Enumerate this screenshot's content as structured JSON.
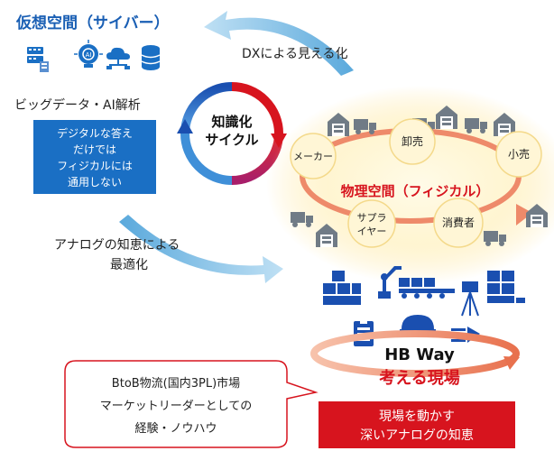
{
  "cyber": {
    "title": "仮想空間（サイバー）",
    "subtitle": "ビッグデータ・AI解析",
    "icon_names": [
      "server-icon",
      "ai-brain-icon",
      "cloud-network-icon",
      "database-icon"
    ],
    "note_lines": [
      "デジタルな答え",
      "だけでは",
      "フィジカルには",
      "通用しない"
    ]
  },
  "dx_label": "DXによる見える化",
  "cycle": {
    "line1": "知識化",
    "line2": "サイクル"
  },
  "physical": {
    "title": "物理空間（フィジカル）",
    "nodes": {
      "maker": "メーカー",
      "wholesale": "卸売",
      "retail": "小売",
      "consumer": "消費者",
      "supplier": [
        "サプラ",
        "イヤー"
      ]
    }
  },
  "analog_label": [
    "アナログの知恵による",
    "最適化"
  ],
  "hbway": {
    "line1": "HB Way",
    "line2": "考える現場"
  },
  "callout_lines": [
    "BtoB物流(国内3PL)市場",
    "マーケットリーダーとしての",
    "経験・ノウハウ"
  ],
  "red_box_lines": [
    "現場を動かす",
    "深いアナログの知恵"
  ],
  "colors": {
    "cyber_blue": "#1a5fb4",
    "note_blue": "#1a6fc4",
    "accent_red": "#d7141e",
    "arrow_light_blue": "#8fc6ea",
    "orange_ring": "#ee8a6a",
    "gray_icon": "#707b86",
    "node_yellow": "#fff6d6"
  }
}
